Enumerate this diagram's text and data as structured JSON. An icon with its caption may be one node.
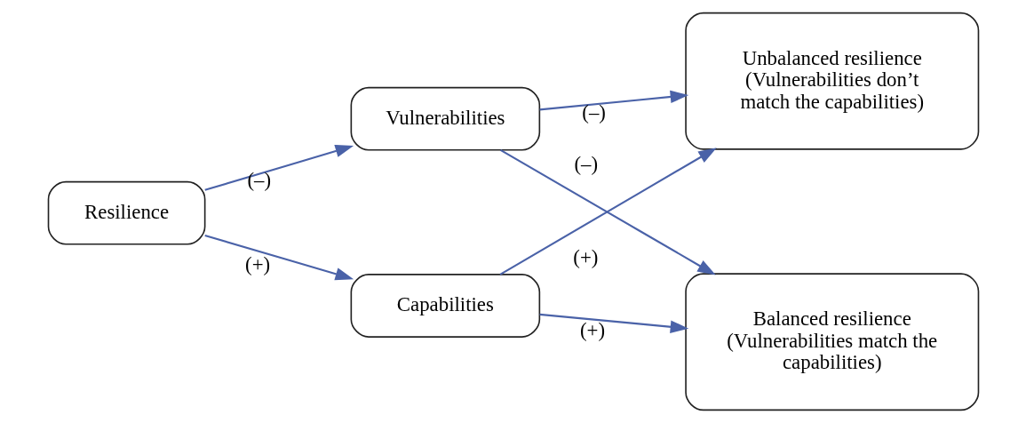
{
  "diagram": {
    "nodes": [
      {
        "text": [
          "Resilience"
        ]
      },
      {
        "text": [
          "Vulnerabilities"
        ]
      },
      {
        "text": [
          "Capabilities"
        ]
      },
      {
        "text": [
          "Unbalanced resilience",
          "(Vulnerabilities don’t match the capabilities)"
        ]
      },
      {
        "text": [
          "Balanced resilience",
          "(Vulnerabilities match the capabilities)"
        ]
      }
    ],
    "edges": [
      {
        "from": 0,
        "to": 1,
        "arrow": "to",
        "label": "(–)"
      },
      {
        "from": 0,
        "to": 2,
        "arrow": "to",
        "label": "(+)"
      },
      {
        "from": 1,
        "to": 3,
        "arrow": "to",
        "label": "(–)"
      },
      {
        "from": 1,
        "to": 4,
        "arrow": "to",
        "label": "(–)"
      },
      {
        "from": 2,
        "to": 3,
        "arrow": "to",
        "label": "(+)"
      },
      {
        "from": 2,
        "to": 4,
        "arrow": "to",
        "label": "(+)"
      }
    ]
  }
}
